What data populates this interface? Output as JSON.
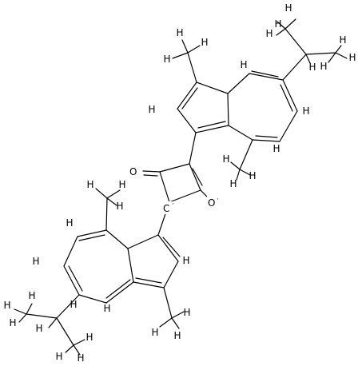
{
  "molecule": {
    "atoms": {
      "O1": {
        "element": "O"
      },
      "O2": {
        "element": "O",
        "charge": "·"
      },
      "C_rad": {
        "element": "C",
        "charge": "·"
      }
    },
    "hydrogen_label": "H"
  }
}
